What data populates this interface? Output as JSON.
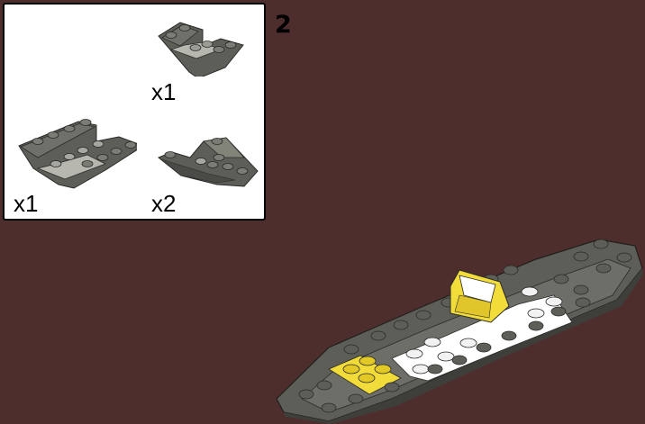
{
  "instruction_step": {
    "step_number": "2",
    "background_color": "#4e2e2d",
    "parts_list": [
      {
        "id": "slope-inverted-2x4-double-cutout",
        "color": "dark-bluish-gray",
        "quantity": "x1"
      },
      {
        "id": "slope-inverted-2x6-double",
        "color": "dark-bluish-gray",
        "quantity": "x1"
      },
      {
        "id": "wedge-boat-bow-inverted",
        "color": "dark-bluish-gray",
        "quantity": "x2"
      }
    ],
    "model": {
      "description": "boat hull assembly",
      "highlight_colors": {
        "yellow": "#f2dc3a",
        "white": "#ffffff",
        "hull": "#5d5e58"
      }
    }
  }
}
